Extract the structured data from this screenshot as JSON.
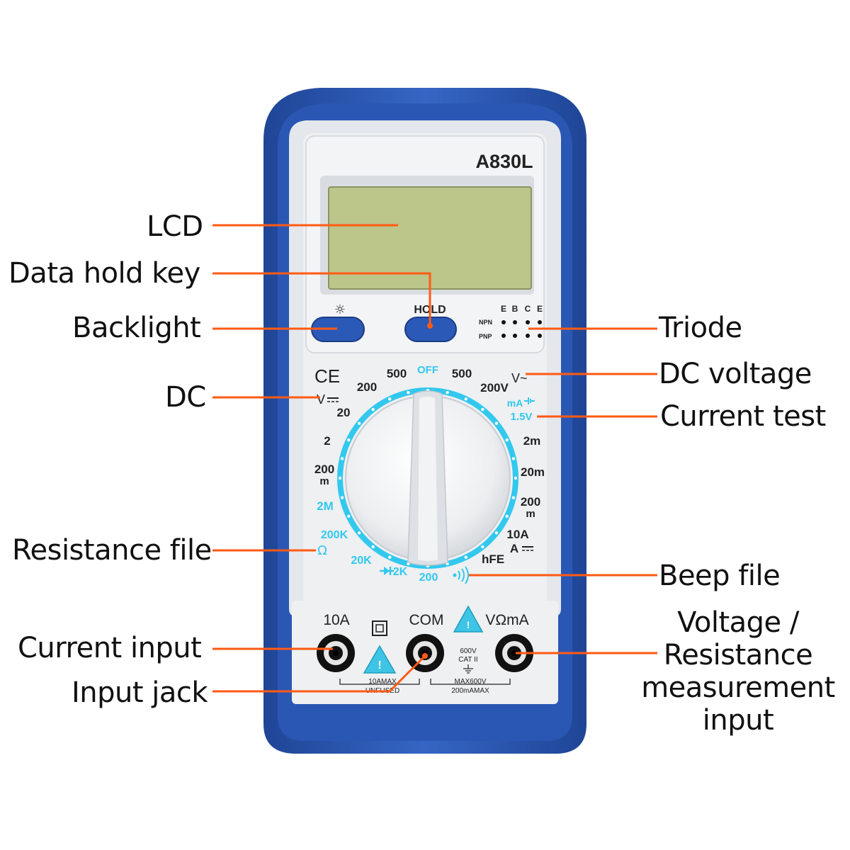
{
  "device": {
    "model": "A830L",
    "buttons": {
      "backlight_symbol": "☼",
      "hold": "HOLD"
    },
    "triode": {
      "letters": [
        "E",
        "B",
        "C",
        "E"
      ],
      "npn": "NPN",
      "pnp": "PNP"
    },
    "dial": {
      "off": "OFF",
      "marks": {
        "v_ac_500": "500",
        "v_ac_200": "200V",
        "v_ac_symbol": "V~",
        "v_dc_500": "500",
        "v_dc_200": "200",
        "v_dc_symbol": "V",
        "v_dc_20": "20",
        "v_dc_2": "2",
        "v_dc_200m_a": "200",
        "v_dc_200m_b": "m",
        "ma_symbol": "mA",
        "batt_1_5v": "1.5V",
        "a_2m": "2m",
        "a_20m": "20m",
        "a_200m_a": "200",
        "a_200m_b": "m",
        "a_10a": "10A",
        "a_dc": "A",
        "hfe": "hFE",
        "r_2m": "2M",
        "r_200k": "200K",
        "r_symbol": "Ω",
        "r_20k": "20K",
        "r_2k": "2K",
        "r_200": "200"
      }
    },
    "ce_mark": "CE",
    "jacks": {
      "label_10a": "10A",
      "label_com": "COM",
      "label_vma": "VΩmA",
      "note_left_1": "10AMAX",
      "note_left_2": "UNFUSED",
      "note_mid_1": "600V",
      "note_mid_2": "CAT II",
      "note_right_1": "MAX600V",
      "note_right_2": "200mAMAX"
    },
    "colors": {
      "body_blue": "#2b55b0",
      "face": "#e9ecef",
      "lcd": "#bcc58a",
      "dial_cyan": "#33c8ee",
      "leader": "#ff5a14"
    }
  },
  "callouts": {
    "lcd": "LCD",
    "data_hold_key": "Data hold key",
    "backlight": "Backlight",
    "dc": "DC",
    "resistance_file": "Resistance file",
    "current_input": "Current input",
    "input_jack": "Input jack",
    "triode": "Triode",
    "dc_voltage": "DC voltage",
    "current_test": "Current test",
    "beep_file": "Beep file",
    "voltage_resistance_input": "Voltage / Resistance measurement input"
  }
}
